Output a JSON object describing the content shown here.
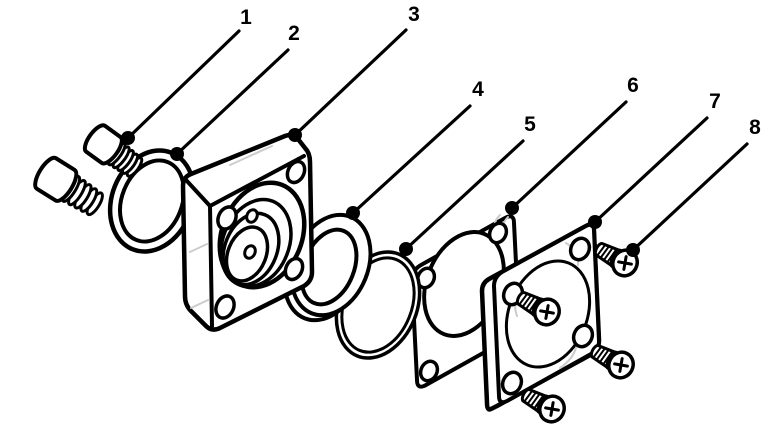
{
  "diagram": {
    "type": "exploded-assembly-drawing",
    "background_color": "#ffffff",
    "line_color": "#000000",
    "hint_line_color": "#cccccc",
    "callouts": [
      {
        "label": "1",
        "part": "socket-head-cap-screws"
      },
      {
        "label": "2",
        "part": "o-ring-front"
      },
      {
        "label": "3",
        "part": "housing-block"
      },
      {
        "label": "4",
        "part": "seal-washer"
      },
      {
        "label": "5",
        "part": "o-ring-thin"
      },
      {
        "label": "6",
        "part": "gasket-plate"
      },
      {
        "label": "7",
        "part": "cover-plate"
      },
      {
        "label": "8",
        "part": "pan-head-screws"
      }
    ]
  }
}
